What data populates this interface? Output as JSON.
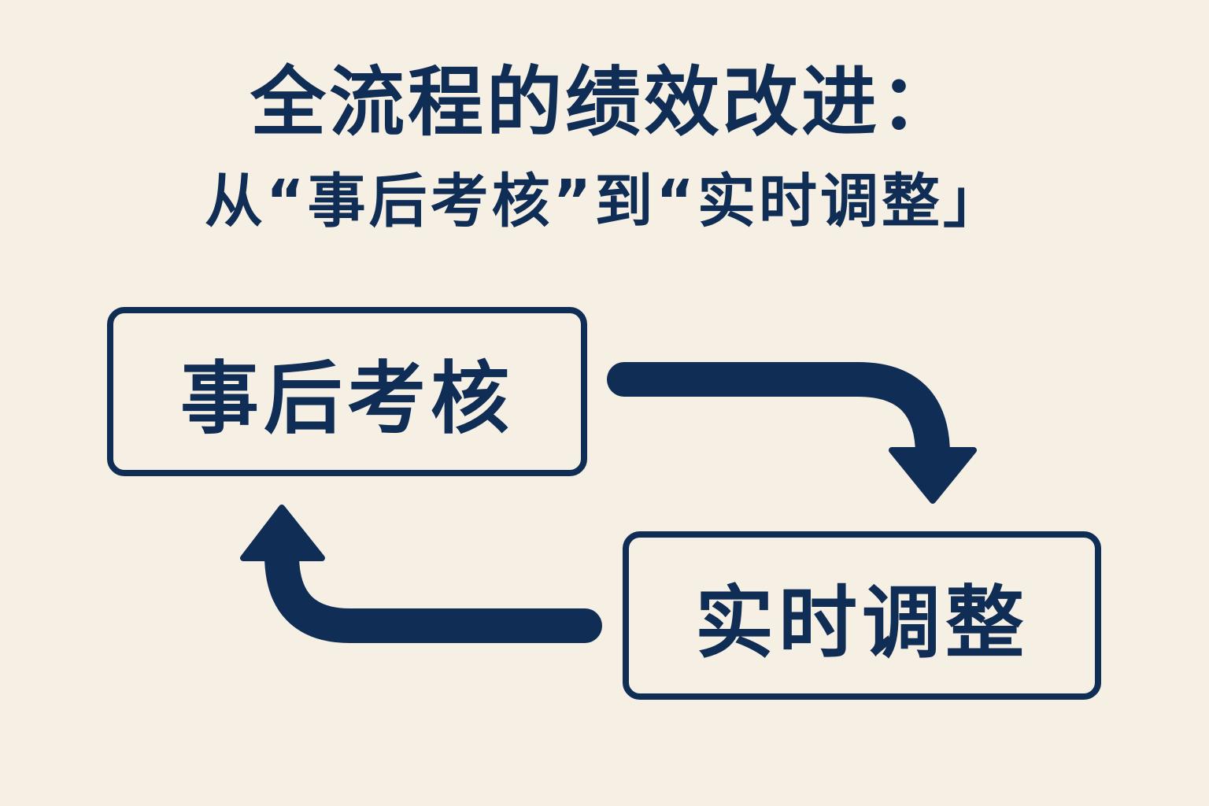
{
  "title": "全流程的绩效改进：",
  "subtitle": "从“事后考核”到“实时调整」",
  "boxes": {
    "from": "事后考核",
    "to": "实时调整"
  },
  "colors": {
    "background": "#f6f0e4",
    "primary": "#0f2d55"
  }
}
